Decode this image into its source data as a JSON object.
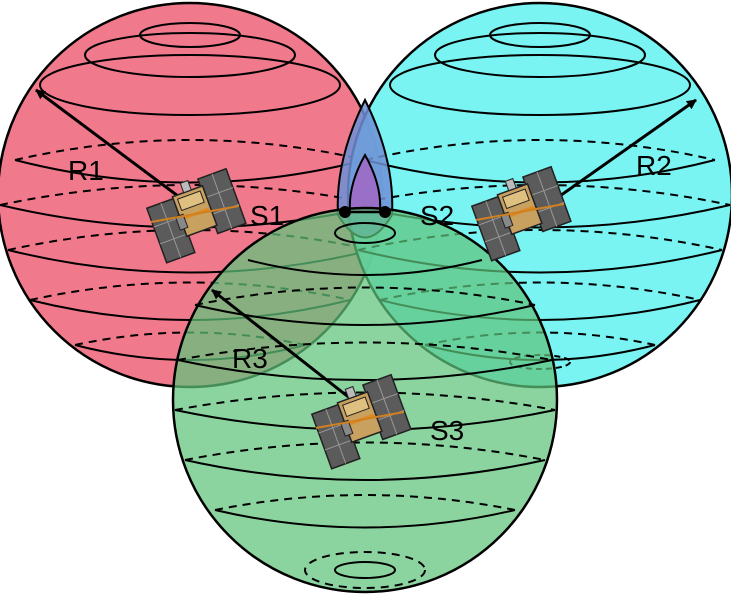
{
  "colors": {
    "sphere1": "#f07a8c",
    "sphere2": "#6ff2f2",
    "sphere3": "#5ec47a",
    "lens_outer": "#6f8fd6",
    "lens_inner": "#9a6fc8",
    "outline": "#000000"
  },
  "spheres": [
    {
      "id": "s1",
      "satellite_label": "S1",
      "radius_label": "R1"
    },
    {
      "id": "s2",
      "satellite_label": "S2",
      "radius_label": "R2"
    },
    {
      "id": "s3",
      "satellite_label": "S3",
      "radius_label": "R3"
    }
  ],
  "intersection_points": 2,
  "icons": [
    "satellite-icon"
  ]
}
